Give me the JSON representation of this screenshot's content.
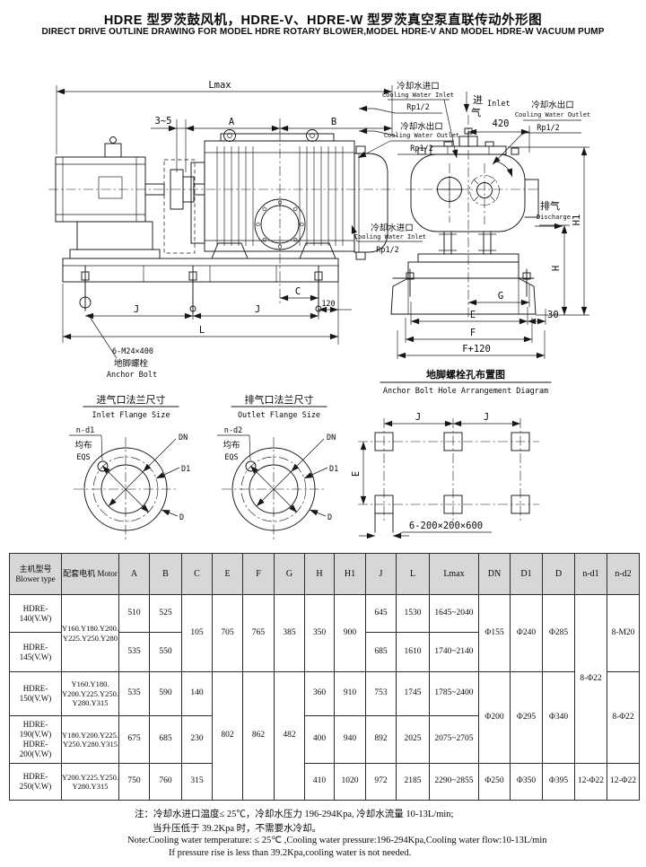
{
  "title": {
    "cn": "HDRE 型罗茨鼓风机，HDRE-V、HDRE-W 型罗茨真空泵直联传动外形图",
    "en": "DIRECT DRIVE OUTLINE DRAWING FOR MODEL HDRE ROTARY BLOWER,MODEL HDRE-V AND MODEL HDRE-W VACUUM PUMP"
  },
  "side_view": {
    "dim_lmax": "Lmax",
    "dim_gap": "3~5",
    "dim_a": "A",
    "dim_b": "B",
    "dim_c": "C",
    "dim_120": "120",
    "dim_j1": "J",
    "dim_j2": "J",
    "dim_l": "L",
    "anchor_spec": "6-M24×400",
    "anchor_cn": "地脚螺栓",
    "anchor_en": "Anchor Bolt"
  },
  "cooling": {
    "inlet_cn": "冷却水进口",
    "inlet_en": "Cooling Water Inlet",
    "outlet_cn": "冷却水出口",
    "outlet_en": "Cooling Water Outlet",
    "rp": "Rp1/2"
  },
  "end_view": {
    "inlet_cn1": "进",
    "inlet_cn2": "气",
    "inlet_en": "Inlet",
    "dim_420": "420",
    "discharge_cn": "排气",
    "discharge_en": "Discharge",
    "dim_h1": "H1",
    "dim_h": "H",
    "dim_g": "G",
    "dim_e": "E",
    "dim_30": "30",
    "dim_f": "F",
    "dim_f120": "F+120"
  },
  "flange_inlet": {
    "title_cn": "进气口法兰尺寸",
    "title_en": "Inlet Flange Size",
    "n_label": "n-d1",
    "eqs_cn": "均布",
    "eqs_en": "EQS",
    "dn": "DN",
    "d1": "D1",
    "d": "D"
  },
  "flange_outlet": {
    "title_cn": "排气口法兰尺寸",
    "title_en": "Outlet Flange Size",
    "n_label": "n-d2",
    "eqs_cn": "均布",
    "eqs_en": "EQS",
    "dn": "DN",
    "d1": "D1",
    "d": "D"
  },
  "bolt_diagram": {
    "title_cn": "地脚螺栓孔布置图",
    "title_en": "Anchor Bolt Hole Arrangement Diagram",
    "dim_j1": "J",
    "dim_j2": "J",
    "dim_e": "E",
    "spec": "6-200×200×600"
  },
  "table": {
    "headers": {
      "blower": "主机型号\nBlower type",
      "motor": "配套电机 Motor",
      "a": "A",
      "b": "B",
      "c": "C",
      "e": "E",
      "f": "F",
      "g": "G",
      "h": "H",
      "h1": "H1",
      "j": "J",
      "l": "L",
      "lmax": "Lmax",
      "dn": "DN",
      "d1": "D1",
      "d": "D",
      "nd1": "n-d1",
      "nd2": "n-d2"
    },
    "r1": {
      "type": "HDRE-\n140(V.W)",
      "motor": "Y160.Y180.Y200.\nY225.Y250.Y280",
      "a": "510",
      "b": "525",
      "c": "105",
      "e": "705",
      "f": "765",
      "g": "385",
      "h": "350",
      "h1": "900",
      "j": "645",
      "l": "1530",
      "lmax": "1645~2040",
      "dn": "Φ155",
      "d1": "Φ240",
      "d": "Φ285",
      "nd1": "8-Φ22",
      "nd2": "8-M20"
    },
    "r2": {
      "type": "HDRE-\n145(V.W)",
      "a": "535",
      "b": "550",
      "j": "685",
      "l": "1610",
      "lmax": "1740~2140"
    },
    "r3": {
      "type": "HDRE-\n150(V.W)",
      "motor": "Y160.Y180.\nY200.Y225.Y250.\nY280.Y315",
      "a": "535",
      "b": "590",
      "c": "140",
      "e": "802",
      "f": "862",
      "g": "482",
      "h": "360",
      "h1": "910",
      "j": "753",
      "l": "1745",
      "lmax": "1785~2400",
      "dn": "Φ200",
      "d1": "Φ295",
      "d": "Φ340",
      "nd2": "8-Φ22"
    },
    "r4": {
      "type": "HDRE-\n190(V.W)\nHDRE-\n200(V.W)",
      "motor": "Y180.Y200.Y225.\nY250.Y280.Y315",
      "a": "675",
      "b": "685",
      "c": "230",
      "h": "400",
      "h1": "940",
      "j": "892",
      "l": "2025",
      "lmax": "2075~2705"
    },
    "r5": {
      "type": "HDRE-\n250(V.W)",
      "motor": "Y200.Y225.Y250.\nY280.Y315",
      "a": "750",
      "b": "760",
      "c": "315",
      "h": "410",
      "h1": "1020",
      "j": "972",
      "l": "2185",
      "lmax": "2290~2855",
      "dn": "Φ250",
      "d1": "Φ350",
      "d": "Φ395",
      "nd1": "12-Φ22",
      "nd2": "12-Φ22"
    }
  },
  "notes": {
    "cn1": "注：冷却水进口温度≤ 25℃，冷却水压力 196-294Kpa, 冷却水流量 10-13L/min;",
    "cn2": "当升压低于 39.2Kpa 时，不需要水冷却。",
    "en1": "Note:Cooling water temperature: ≤ 25℃ ,Cooling water pressure:196-294Kpa,Cooling water flow:10-13L/min",
    "en2": "If pressure rise is less than 39.2Kpa,cooling water is not needed."
  }
}
